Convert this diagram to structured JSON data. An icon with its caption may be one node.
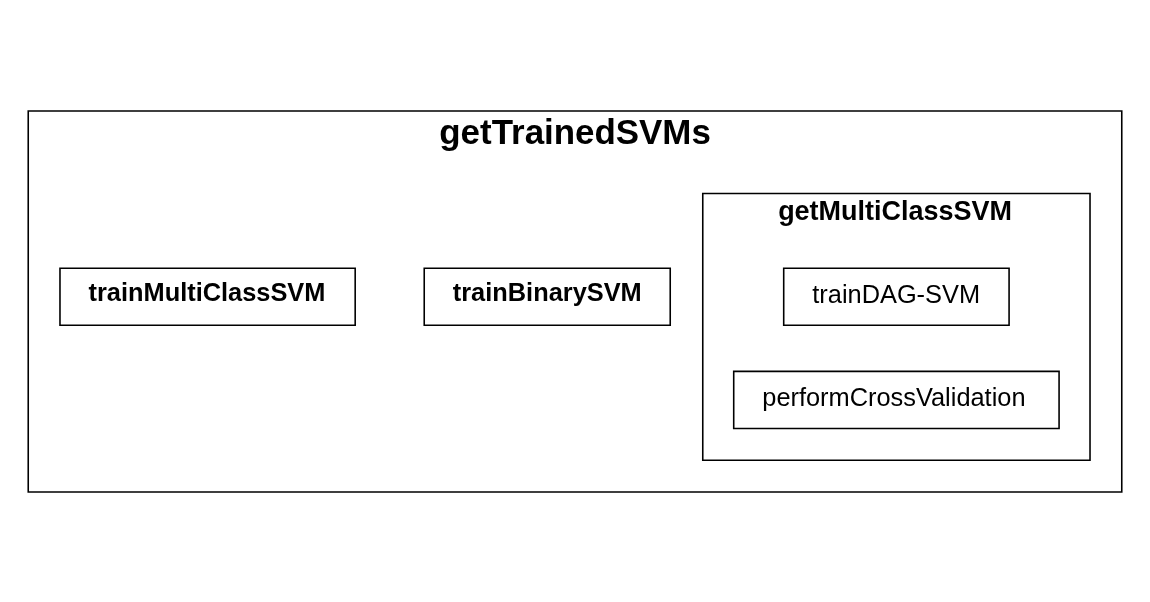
{
  "diagram": {
    "nodes": [
      {
        "text": [
          "getTrainedSVMs"
        ]
      },
      {
        "text": [
          "trainBinarySVM"
        ],
        "in": 0
      },
      {
        "text": [
          "getMultiClassSVM"
        ],
        "in": 0
      },
      {
        "text": [
          "trainDAG-SVM"
        ],
        "in": 2
      },
      {
        "text": [
          "performCrossValidation"
        ],
        "in": 2
      },
      {
        "text": [
          "trainMultiClassSVM"
        ],
        "in": 0
      }
    ],
    "edges": []
  }
}
